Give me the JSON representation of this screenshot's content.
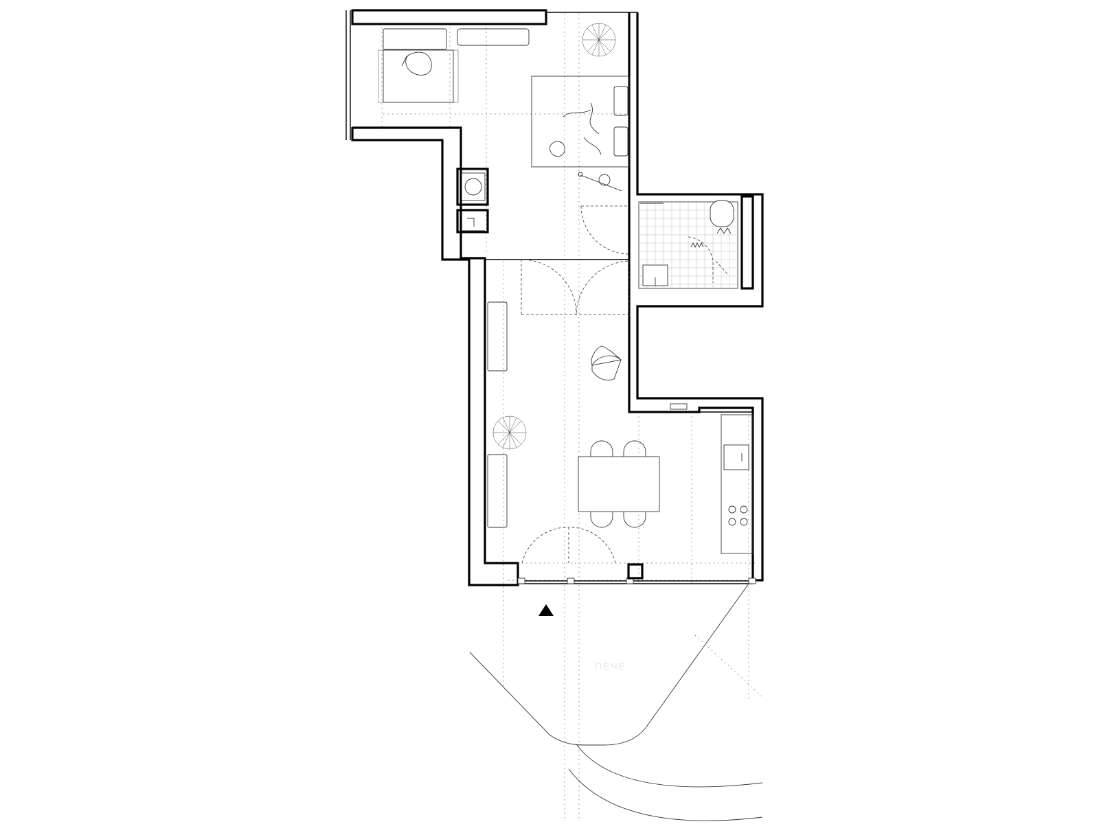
{
  "plan": {
    "entrance_marker": "triangle-up",
    "faint_label": "ПЕЧЕ",
    "colors": {
      "wall": "#000000",
      "furniture": "#333333",
      "grid": "#777777",
      "tile": "#bbbbbb",
      "background": "#ffffff"
    },
    "rooms": [
      "workspace",
      "bedroom",
      "wardrobe",
      "bathroom",
      "hallway",
      "living-room",
      "dining-area",
      "kitchen",
      "exterior-path"
    ]
  }
}
